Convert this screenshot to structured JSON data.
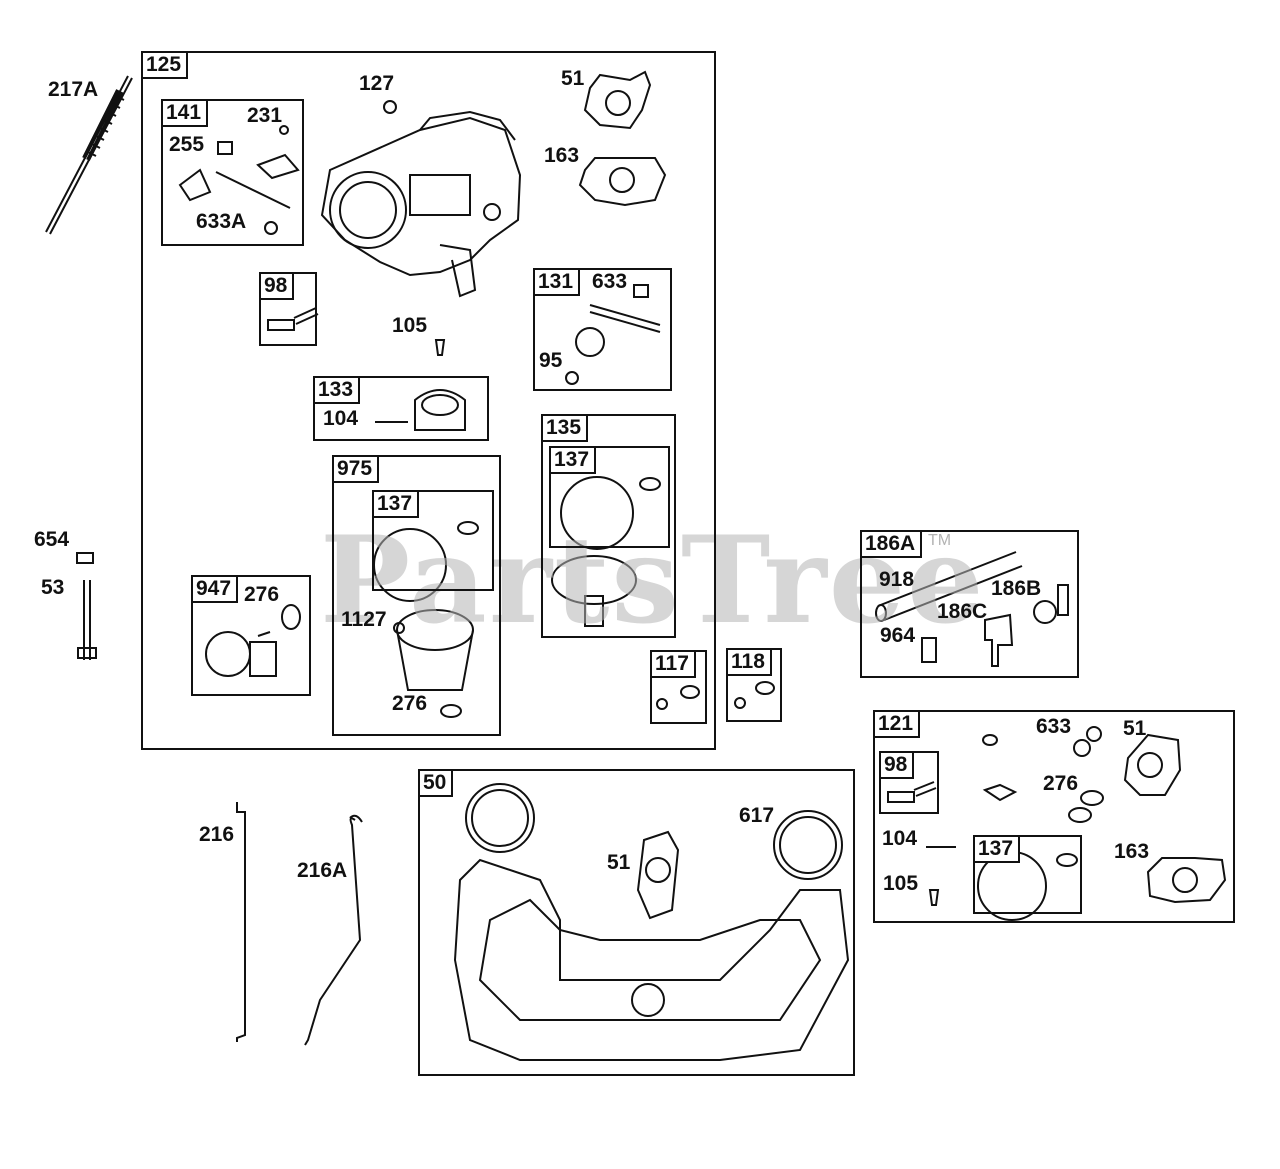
{
  "watermark": {
    "text": "PartsTree",
    "tm": "TM"
  },
  "boxes": {
    "b125": "125",
    "b141": "141",
    "b98a": "98",
    "b131": "131",
    "b133": "133",
    "b135": "135",
    "b137a": "137",
    "b975": "975",
    "b137b": "137",
    "b947": "947",
    "b117": "117",
    "b118": "118",
    "b186A": "186A",
    "b121": "121",
    "b98b": "98",
    "b137c": "137",
    "b50": "50"
  },
  "labels": {
    "l217A": "217A",
    "l127": "127",
    "l51a": "51",
    "l163a": "163",
    "l231": "231",
    "l255": "255",
    "l633A": "633A",
    "l105a": "105",
    "l633a": "633",
    "l95": "95",
    "l104a": "104",
    "l654": "654",
    "l53": "53",
    "l276a": "276",
    "l1127": "1127",
    "l276b": "276",
    "l918": "918",
    "l186B": "186B",
    "l186C": "186C",
    "l964": "964",
    "l633b": "633",
    "l51b": "51",
    "l276c": "276",
    "l104b": "104",
    "l163b": "163",
    "l105b": "105",
    "l216": "216",
    "l216A": "216A",
    "l617": "617",
    "l51c": "51"
  }
}
